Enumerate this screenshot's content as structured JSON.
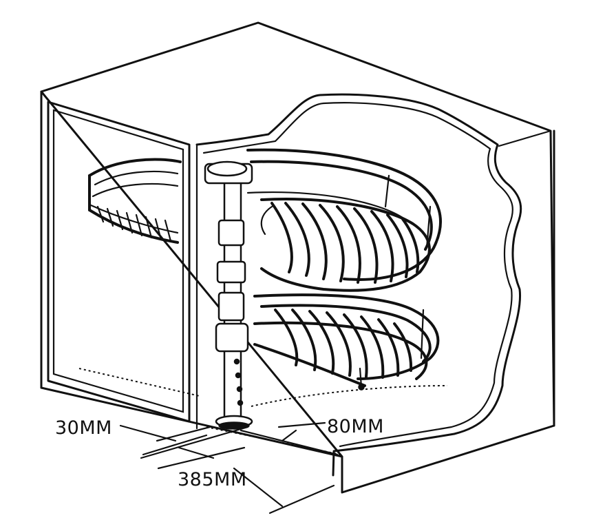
{
  "dimensions": {
    "offset_left": "30MM",
    "offset_right": "80MM",
    "depth": "385MM"
  },
  "colors": {
    "line": "#111111",
    "background": "#ffffff"
  }
}
